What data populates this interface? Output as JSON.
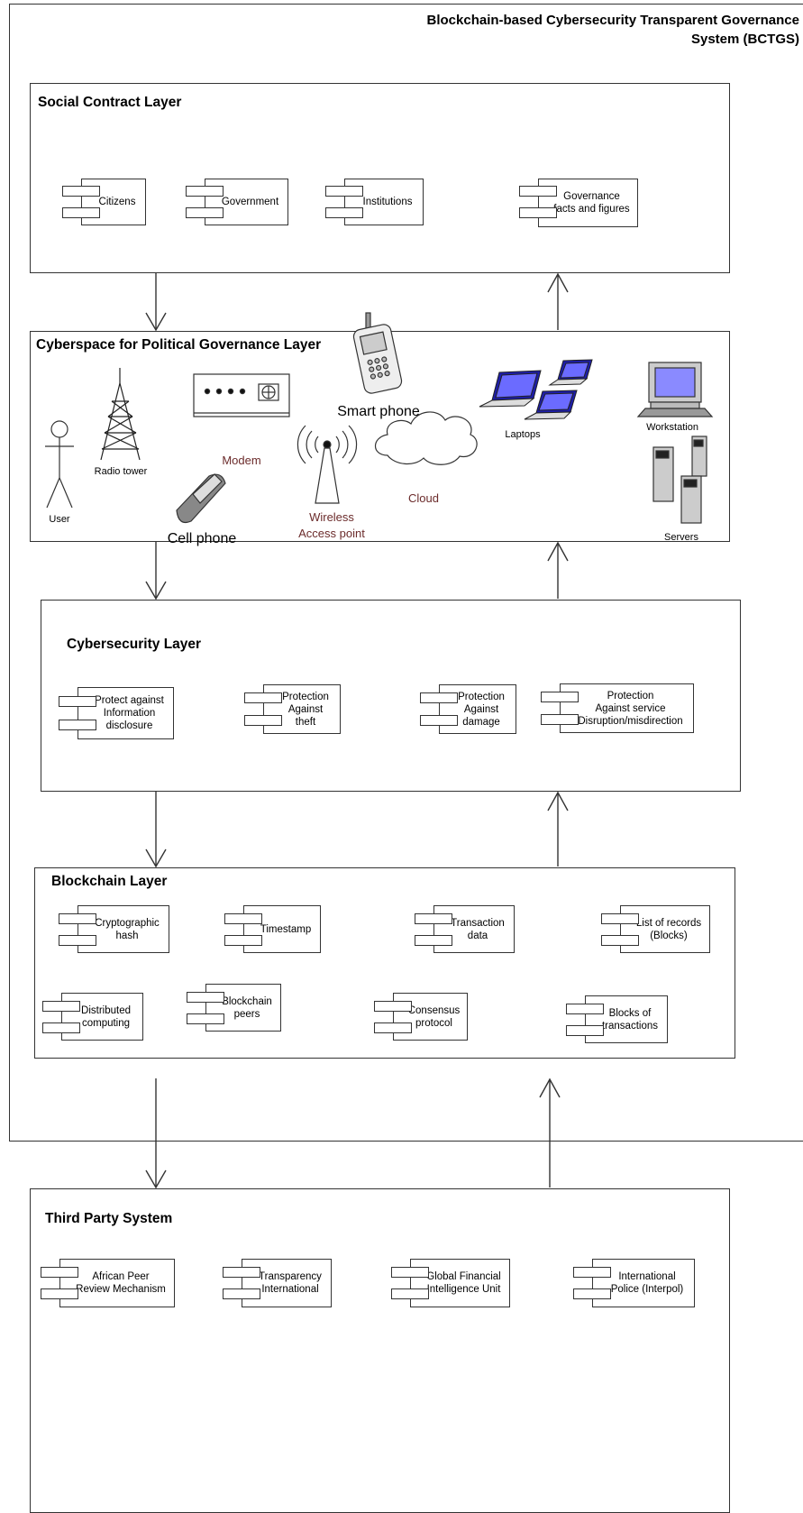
{
  "system": {
    "title": "Blockchain-based Cybersecurity Transparent\nGovernance System (BCTGS)"
  },
  "layers": {
    "social": {
      "title": "Social Contract Layer",
      "components": [
        "Citizens",
        "Government",
        "Institutions",
        "Governance\nfacts and figures"
      ]
    },
    "cyberspace": {
      "title": "Cyberspace for Political Governance  Layer",
      "devices": {
        "user": "User",
        "radio_tower": "Radio tower",
        "modem": "Modem",
        "smart_phone": "Smart phone",
        "wireless": "Wireless\nAccess point",
        "cloud": "Cloud",
        "laptops": "Laptops",
        "workstation": "Workstation",
        "servers": "Servers",
        "cell_phone": "Cell phone"
      }
    },
    "cybersecurity": {
      "title": "Cybersecurity Layer",
      "components": [
        "Protect against\nInformation\ndisclosure",
        "Protection\nAgainst\ntheft",
        "Protection\nAgainst\ndamage",
        "Protection\nAgainst service\nDisruption/misdirection"
      ]
    },
    "blockchain": {
      "title": "Blockchain Layer",
      "components": [
        "Cryptographic\nhash",
        "Timestamp",
        "Transaction\ndata",
        "List of records\n(Blocks)",
        "Distributed\ncomputing",
        "Blockchain\npeers",
        "Consensus\nprotocol",
        "Blocks of\ntransactions"
      ]
    },
    "third_party": {
      "title": "Third Party System",
      "components": [
        "African Peer\nReview Mechanism",
        "Transparency\nInternational",
        "Global Financial\nIntelligence Unit",
        "International\nPolice (Interpol)"
      ]
    }
  },
  "colors": {
    "line": "#333333",
    "screen": "#3b3bff",
    "maroon_text": "#6b2b2b"
  }
}
